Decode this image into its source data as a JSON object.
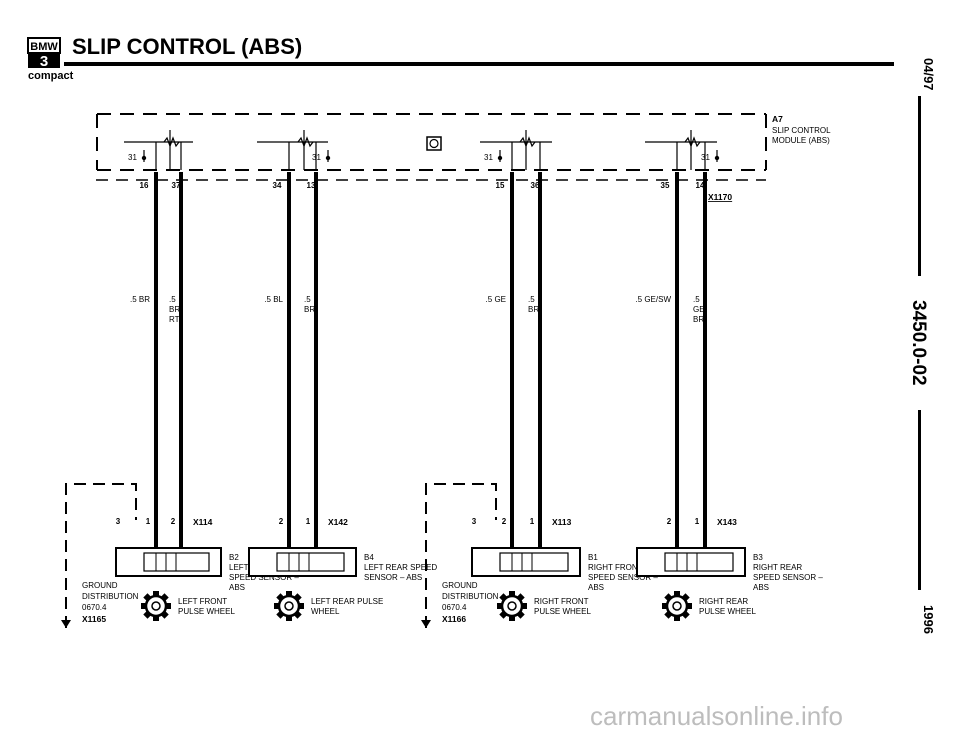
{
  "header": {
    "logo_brand": "BMW",
    "logo_series": "3",
    "title": "SLIP CONTROL (ABS)",
    "subtitle": "compact"
  },
  "side": {
    "date": "04/97",
    "doc_number": "3450.0-02",
    "year": "1996"
  },
  "module": {
    "ref": "A7",
    "name_line1": "SLIP CONTROL",
    "name_line2": "MODULE (ABS)",
    "connector": "X1170"
  },
  "channels": [
    {
      "pin_left": "16",
      "pin_right": "37",
      "ground_pin": "31",
      "wire_left": ".5 BR",
      "wire_right": [
        ".5",
        "BR/",
        "RT"
      ],
      "connector": "X114",
      "sensor_pins": [
        "3",
        "1",
        "2"
      ],
      "sensor_ref": "B2",
      "sensor_name": [
        "LEFT FRONT",
        "SPEED SENSOR –",
        "ABS"
      ],
      "wheel_name": [
        "LEFT FRONT",
        "PULSE WHEEL"
      ]
    },
    {
      "pin_left": "34",
      "pin_right": "13",
      "ground_pin": "31",
      "wire_left": ".5 BL",
      "wire_right": [
        ".5",
        "BR"
      ],
      "connector": "X142",
      "sensor_pins": [
        "2",
        "1"
      ],
      "sensor_ref": "B4",
      "sensor_name": [
        "LEFT REAR SPEED",
        "SENSOR – ABS"
      ],
      "wheel_name": [
        "LEFT REAR PULSE",
        "WHEEL"
      ]
    },
    {
      "pin_left": "15",
      "pin_right": "36",
      "ground_pin": "31",
      "wire_left": ".5 GE",
      "wire_right": [
        ".5",
        "BR"
      ],
      "connector": "X113",
      "sensor_pins": [
        "3",
        "2",
        "1"
      ],
      "sensor_ref": "B1",
      "sensor_name": [
        "RIGHT FRONT",
        "SPEED SENSOR –",
        "ABS"
      ],
      "wheel_name": [
        "RIGHT FRONT",
        "PULSE WHEEL"
      ]
    },
    {
      "pin_left": "35",
      "pin_right": "14",
      "ground_pin": "31",
      "wire_left": ".5 GE/SW",
      "wire_right": [
        ".5",
        "GE/",
        "BR"
      ],
      "connector": "X143",
      "sensor_pins": [
        "2",
        "1"
      ],
      "sensor_ref": "B3",
      "sensor_name": [
        "RIGHT REAR",
        "SPEED SENSOR –",
        "ABS"
      ],
      "wheel_name": [
        "RIGHT REAR",
        "PULSE WHEEL"
      ]
    }
  ],
  "grounds": [
    {
      "lines": [
        "GROUND",
        "DISTRIBUTION",
        "0670.4"
      ],
      "connector": "X1165"
    },
    {
      "lines": [
        "GROUND",
        "DISTRIBUTION",
        "0670.4"
      ],
      "connector": "X1166"
    }
  ],
  "watermark": "carmanualsonline.info"
}
